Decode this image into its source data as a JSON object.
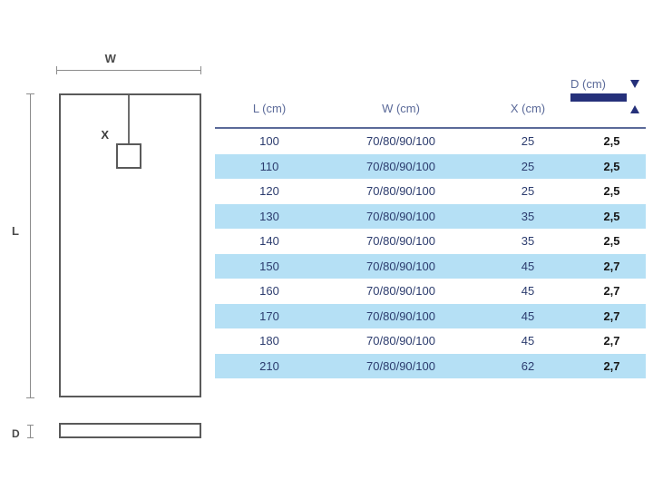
{
  "drawing": {
    "width_label": "W",
    "length_label": "L",
    "drain_label": "X",
    "depth_label": "D",
    "outline_color": "#5a5a5a",
    "dimension_color": "#8c8c8c"
  },
  "table": {
    "headers": {
      "l": "L (cm)",
      "w": "W (cm)",
      "x": "X (cm)",
      "d": "D (cm)"
    },
    "header_color": "#5b6a99",
    "band_color": "#b5e0f5",
    "bar_color": "#25307a",
    "rows": [
      {
        "l": "100",
        "w": "70/80/90/100",
        "x": "25",
        "d": "2,5"
      },
      {
        "l": "110",
        "w": "70/80/90/100",
        "x": "25",
        "d": "2,5"
      },
      {
        "l": "120",
        "w": "70/80/90/100",
        "x": "25",
        "d": "2,5"
      },
      {
        "l": "130",
        "w": "70/80/90/100",
        "x": "35",
        "d": "2,5"
      },
      {
        "l": "140",
        "w": "70/80/90/100",
        "x": "35",
        "d": "2,5"
      },
      {
        "l": "150",
        "w": "70/80/90/100",
        "x": "45",
        "d": "2,7"
      },
      {
        "l": "160",
        "w": "70/80/90/100",
        "x": "45",
        "d": "2,7"
      },
      {
        "l": "170",
        "w": "70/80/90/100",
        "x": "45",
        "d": "2,7"
      },
      {
        "l": "180",
        "w": "70/80/90/100",
        "x": "45",
        "d": "2,7"
      },
      {
        "l": "210",
        "w": "70/80/90/100",
        "x": "62",
        "d": "2,7"
      }
    ]
  }
}
